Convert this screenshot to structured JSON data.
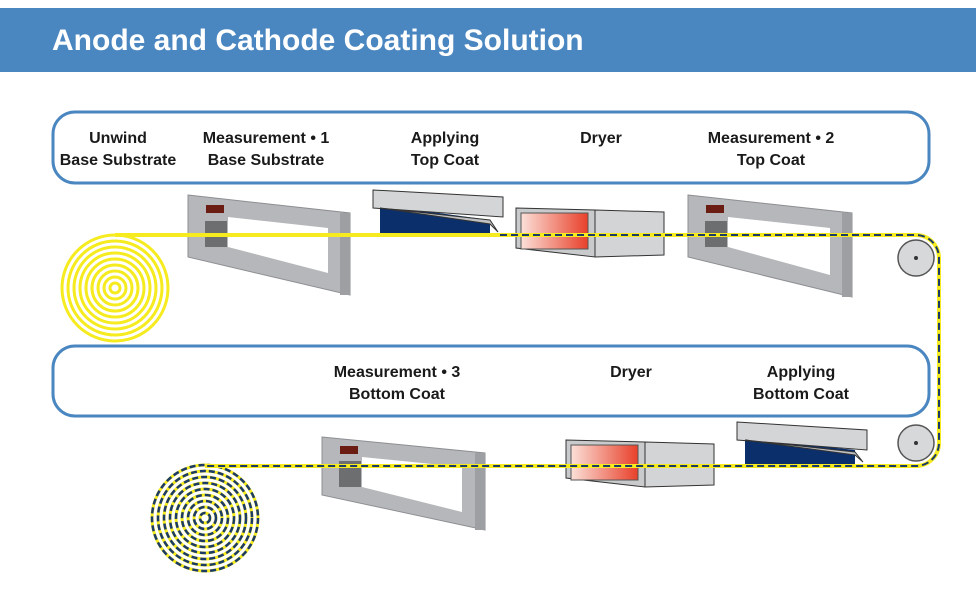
{
  "header": {
    "title": "Anode and Cathode Coating Solution"
  },
  "colors": {
    "header_band": "#4a86c0",
    "box_stroke": "#4a86c0",
    "substrate": "#f5eb1e",
    "coating": "#1b3a66",
    "coater_blue": "#0b2f6b",
    "dryer_heat": "#e8402a"
  },
  "top_row": [
    {
      "line1": "Unwind",
      "line2": "Base Substrate"
    },
    {
      "line1": "Measurement • 1",
      "line2": "Base Substrate"
    },
    {
      "line1": "Applying",
      "line2": "Top Coat"
    },
    {
      "line1": "Dryer",
      "line2": ""
    },
    {
      "line1": "Measurement • 2",
      "line2": "Top Coat"
    }
  ],
  "bottom_row": [
    {
      "line1": "Measurement • 3",
      "line2": "Bottom Coat"
    },
    {
      "line1": "Dryer",
      "line2": ""
    },
    {
      "line1": "Applying",
      "line2": "Bottom Coat"
    }
  ]
}
